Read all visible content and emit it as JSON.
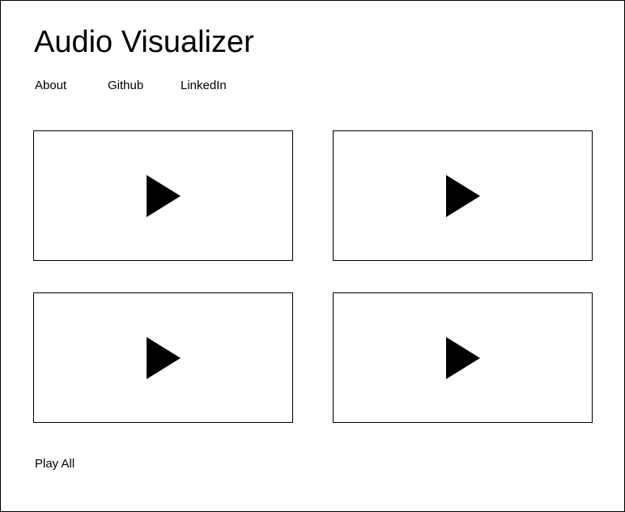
{
  "header": {
    "title": "Audio Visualizer"
  },
  "nav": {
    "items": [
      {
        "label": "About"
      },
      {
        "label": "Github"
      },
      {
        "label": "LinkedIn"
      }
    ]
  },
  "tiles": [
    {
      "icon": "play-icon"
    },
    {
      "icon": "play-icon"
    },
    {
      "icon": "play-icon"
    },
    {
      "icon": "play-icon"
    }
  ],
  "footer": {
    "play_all_label": "Play All"
  },
  "colors": {
    "background": "#ffffff",
    "foreground": "#000000"
  }
}
